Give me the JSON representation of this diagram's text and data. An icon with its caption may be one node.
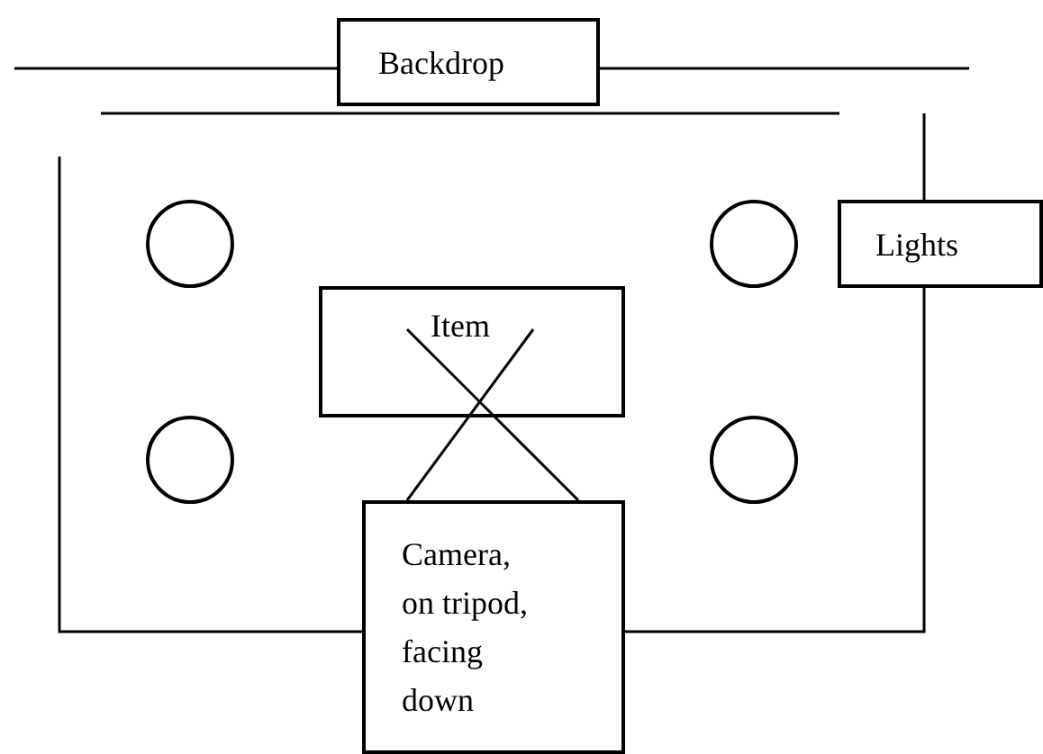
{
  "diagram": {
    "nodes": [
      {
        "text": [
          "Backdrop"
        ]
      },
      {
        "text": [],
        "shape": "circle"
      },
      {
        "text": [],
        "shape": "circle"
      },
      {
        "text": [
          "Lights"
        ]
      },
      {
        "text": [
          "Item"
        ]
      },
      {
        "text": [],
        "shape": "circle"
      },
      {
        "text": [],
        "shape": "circle"
      },
      {
        "text": [
          "Camera, on tripod, facing down"
        ]
      }
    ],
    "edges": [
      {
        "from": 0,
        "to": null,
        "arrow": "none"
      },
      {
        "from": 0,
        "to": null,
        "arrow": "none"
      },
      {
        "from": 3,
        "to": null,
        "arrow": "none"
      },
      {
        "from": 7,
        "to": 3,
        "arrow": "none"
      },
      {
        "from": 7,
        "to": null,
        "arrow": "none"
      },
      {
        "from": 7,
        "to": 4,
        "arrow": "none"
      },
      {
        "from": 7,
        "to": 4,
        "arrow": "none"
      }
    ]
  }
}
